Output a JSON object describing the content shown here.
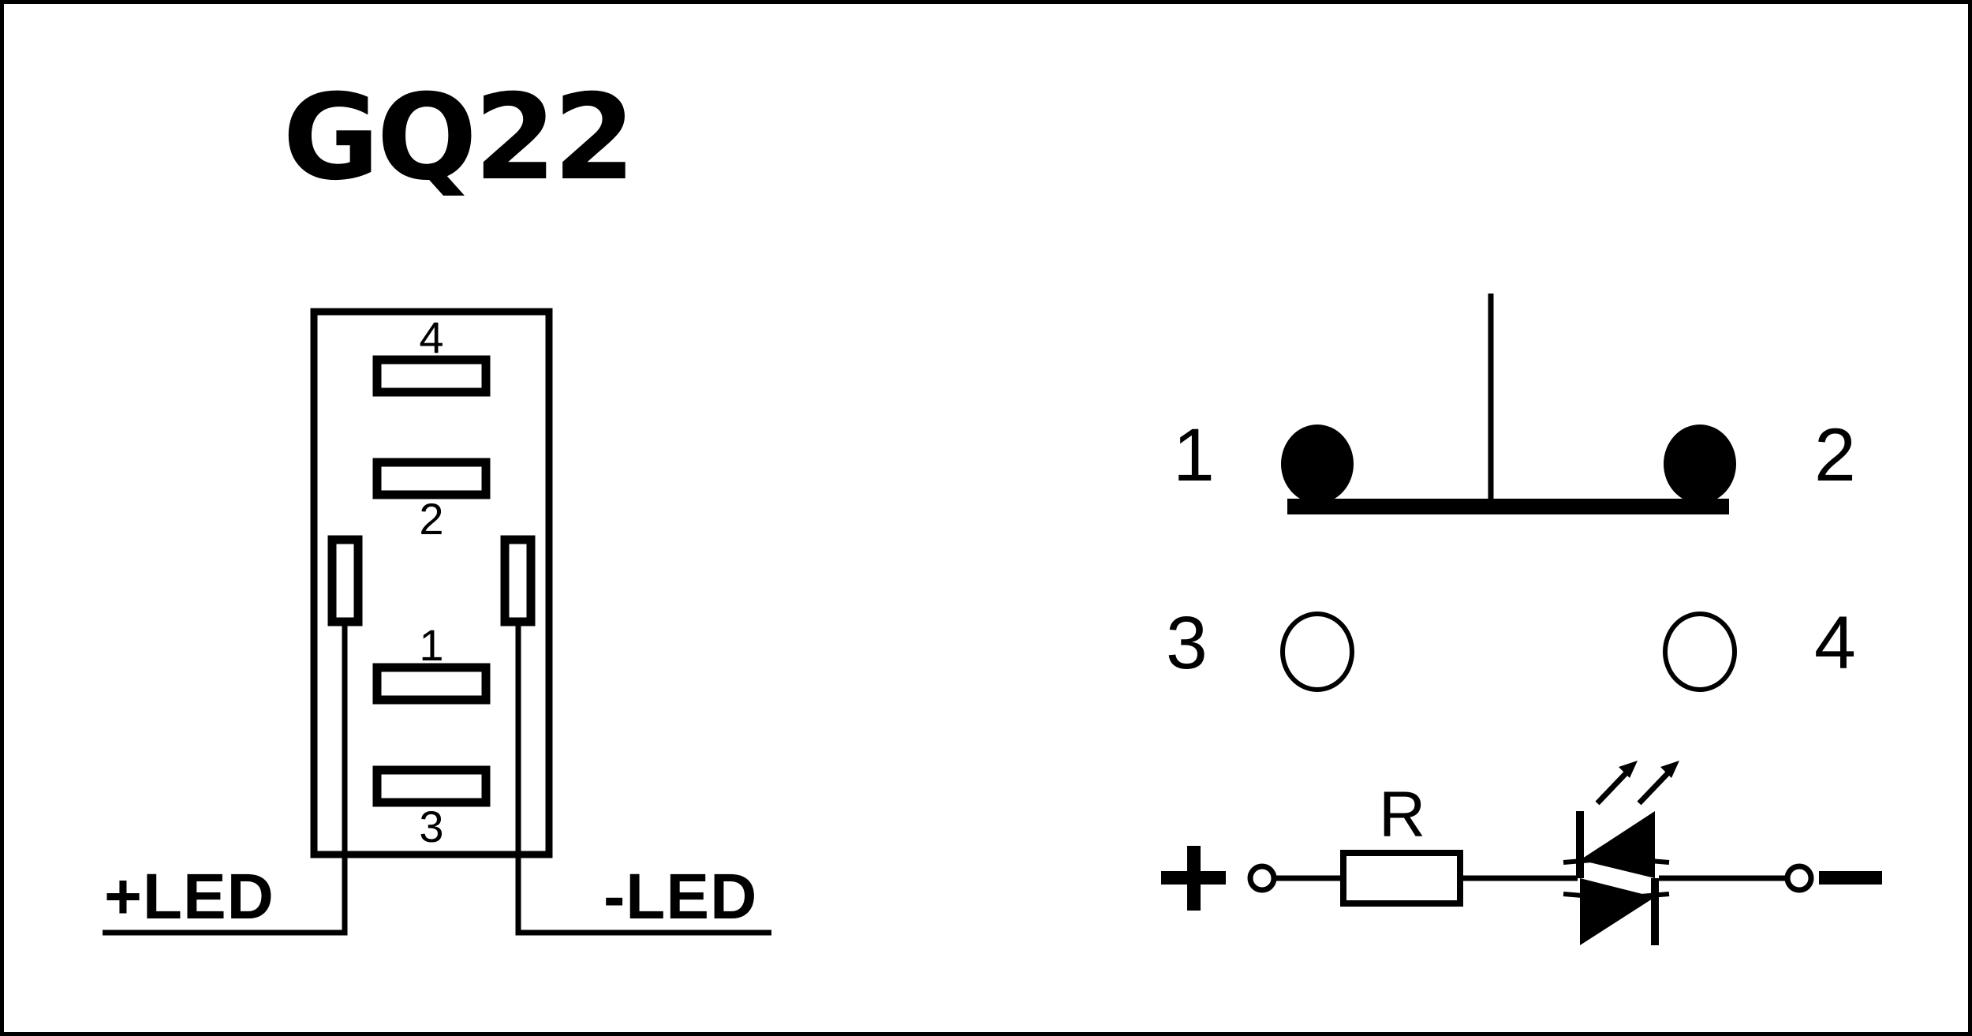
{
  "page": {
    "title": "GQ22",
    "background_color": "#ffffff",
    "ink_color": "#000000",
    "frame": true
  },
  "left_diagram": {
    "name": "switch-body-footprint",
    "pins": [
      {
        "id": "4",
        "label": "4",
        "position": "top",
        "label_position": "above-pad"
      },
      {
        "id": "2",
        "label": "2",
        "position": "upper-middle",
        "label_position": "below-pad"
      },
      {
        "id": "1",
        "label": "1",
        "position": "lower-middle",
        "label_position": "above-pad"
      },
      {
        "id": "3",
        "label": "3",
        "position": "bottom",
        "label_position": "below-pad"
      }
    ],
    "side_terminals": [
      {
        "id": "left-side-terminal",
        "side": "left"
      },
      {
        "id": "right-side-terminal",
        "side": "right"
      }
    ],
    "wires": [
      {
        "label": "+LED",
        "side": "left"
      },
      {
        "label": "-LED",
        "side": "right"
      }
    ]
  },
  "right_diagram": {
    "name": "terminal-layout",
    "terminals": [
      {
        "label": "1",
        "filled": true,
        "row": 1,
        "side": "left"
      },
      {
        "label": "2",
        "filled": true,
        "row": 1,
        "side": "right"
      },
      {
        "label": "3",
        "filled": false,
        "row": 2,
        "side": "left"
      },
      {
        "label": "4",
        "filled": false,
        "row": 2,
        "side": "right"
      }
    ],
    "contact_bar": {
      "description": "shorting-bar-between-1-and-2"
    },
    "actuator_stem": {
      "description": "vertical-stem"
    }
  },
  "led_circuit": {
    "name": "led-schematic",
    "positive_label": "+",
    "negative_label": "—",
    "resistor_label": "R",
    "components": [
      {
        "type": "terminal",
        "label": "+"
      },
      {
        "type": "node",
        "label": ""
      },
      {
        "type": "resistor",
        "label": "R"
      },
      {
        "type": "led",
        "label": "",
        "bidirectional": true
      },
      {
        "type": "node",
        "label": ""
      },
      {
        "type": "terminal",
        "label": "—"
      }
    ]
  }
}
